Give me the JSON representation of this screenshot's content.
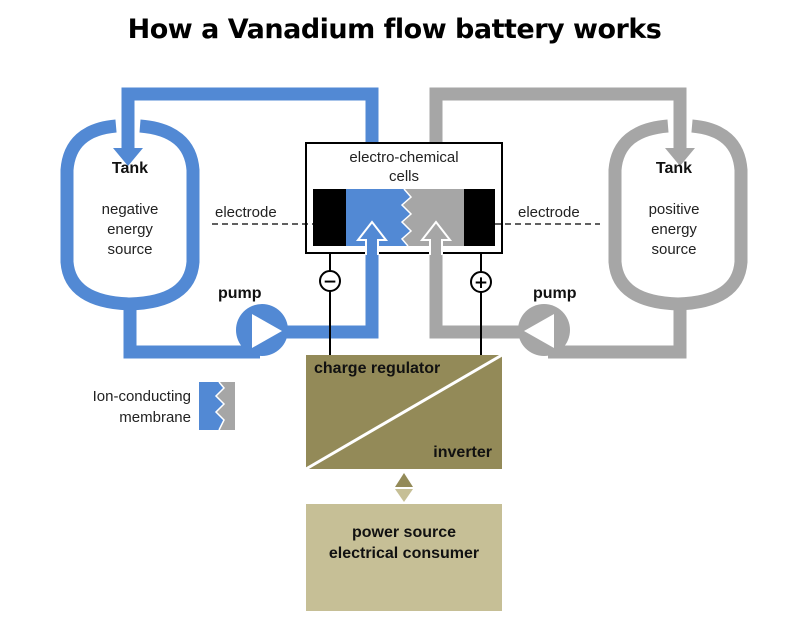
{
  "title": "How a Vanadium flow battery works",
  "colors": {
    "negative": "#5289d4",
    "positive": "#a6a6a6",
    "electrode": "#000000",
    "regulator": "#938a58",
    "power_box": "#c6bf96",
    "arrow_down_light": "#c6bf96"
  },
  "left_tank": {
    "title": "Tank",
    "lines": [
      "negative",
      "energy",
      "source"
    ]
  },
  "right_tank": {
    "title": "Tank",
    "lines": [
      "positive",
      "energy",
      "source"
    ]
  },
  "cell": {
    "lines": [
      "electro-chemical",
      "cells"
    ]
  },
  "electrode_left": "electrode",
  "electrode_right": "electrode",
  "pump_left": "pump",
  "pump_right": "pump",
  "terminal_negative": "−",
  "terminal_positive": "+",
  "regulator": {
    "top_label": "charge regulator",
    "bottom_label": "inverter"
  },
  "power_box": {
    "lines": [
      "power source",
      "electrical consumer"
    ]
  },
  "legend": {
    "lines": [
      "Ion-conducting",
      "membrane"
    ]
  }
}
